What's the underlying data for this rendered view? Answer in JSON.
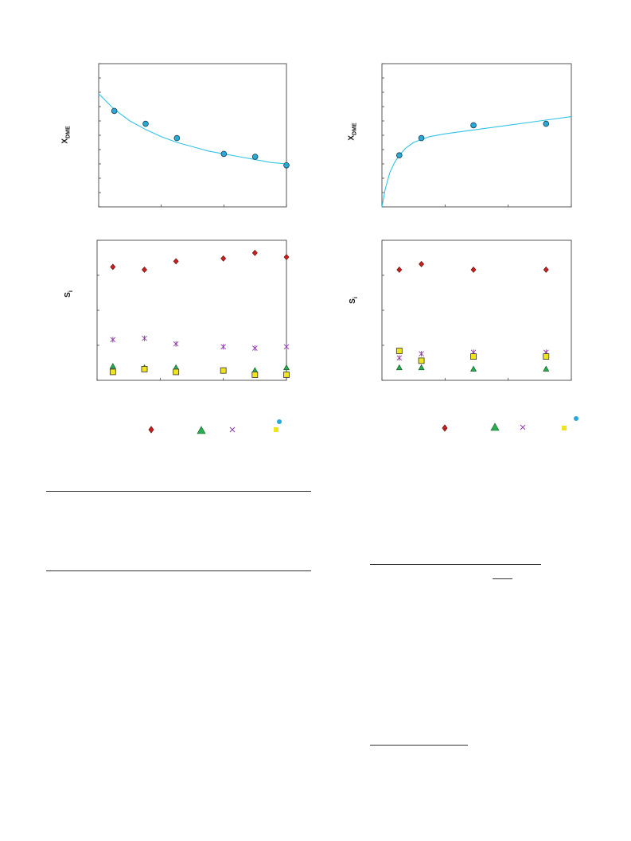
{
  "colors": {
    "conversion": "#29a9d9",
    "curve": "#33c3e8",
    "s1": "#cc1f1f",
    "s2": "#27ae4f",
    "s3": "#8e3aa8",
    "s4": "#f0e51c"
  },
  "chart_data": [
    {
      "id": "top-left",
      "type": "scatter",
      "title": "",
      "ylabel_main": "X",
      "ylabel_sub": "DME",
      "xlabel": "",
      "xlim": [
        0,
        6
      ],
      "ylim": [
        0,
        1
      ],
      "yticks": 10,
      "xticks": 3,
      "series": [
        {
          "key": "conversion",
          "marker": "circle",
          "color": "#29a9d9",
          "x": [
            0.5,
            1.5,
            2.5,
            4.0,
            5.0,
            6.0
          ],
          "y": [
            0.67,
            0.58,
            0.48,
            0.37,
            0.35,
            0.29
          ]
        }
      ],
      "fit": {
        "x": [
          0,
          0.5,
          1,
          1.5,
          2,
          2.5,
          3,
          3.5,
          4,
          4.5,
          5,
          5.5,
          6
        ],
        "y": [
          0.79,
          0.68,
          0.6,
          0.54,
          0.49,
          0.45,
          0.42,
          0.39,
          0.37,
          0.35,
          0.33,
          0.31,
          0.3
        ]
      }
    },
    {
      "id": "top-right",
      "type": "scatter",
      "title": "",
      "ylabel_main": "X",
      "ylabel_sub": "DME",
      "xlabel": "",
      "xlim": [
        0,
        6
      ],
      "ylim": [
        0,
        1
      ],
      "yticks": 10,
      "xticks": 3,
      "series": [
        {
          "key": "conversion",
          "marker": "circle",
          "color": "#29a9d9",
          "x": [
            0.55,
            1.25,
            2.9,
            5.2
          ],
          "y": [
            0.36,
            0.48,
            0.57,
            0.58
          ]
        }
      ],
      "fit": {
        "x": [
          0,
          0.1,
          0.25,
          0.4,
          0.55,
          0.75,
          1.0,
          1.5,
          2,
          3,
          4,
          5,
          6
        ],
        "y": [
          0.0,
          0.12,
          0.24,
          0.31,
          0.36,
          0.41,
          0.45,
          0.49,
          0.51,
          0.54,
          0.57,
          0.6,
          0.63
        ]
      }
    },
    {
      "id": "bottom-left",
      "type": "scatter",
      "title": "",
      "ylabel_main": "S",
      "ylabel_sub": "i",
      "xlabel": "",
      "xlim": [
        0,
        6
      ],
      "ylim": [
        0,
        1
      ],
      "yticks": 4,
      "xticks": 3,
      "series": [
        {
          "key": "s1",
          "marker": "diamond",
          "color": "#cc1f1f",
          "x": [
            0.5,
            1.5,
            2.5,
            4.0,
            5.0,
            6.0
          ],
          "y": [
            0.81,
            0.79,
            0.85,
            0.87,
            0.91,
            0.88
          ]
        },
        {
          "key": "s2",
          "marker": "triangle",
          "color": "#27ae4f",
          "x": [
            0.5,
            1.5,
            2.5,
            4.0,
            5.0,
            6.0
          ],
          "y": [
            0.1,
            0.09,
            0.09,
            0.07,
            0.07,
            0.09
          ]
        },
        {
          "key": "s3",
          "marker": "cross",
          "color": "#8e3aa8",
          "x": [
            0.5,
            1.5,
            2.5,
            4.0,
            5.0,
            6.0
          ],
          "y": [
            0.29,
            0.3,
            0.26,
            0.24,
            0.23,
            0.24
          ]
        },
        {
          "key": "s4",
          "marker": "square",
          "color": "#f0e51c",
          "x": [
            0.5,
            1.5,
            2.5,
            4.0,
            5.0,
            6.0
          ],
          "y": [
            0.06,
            0.08,
            0.06,
            0.07,
            0.04,
            0.04
          ]
        }
      ]
    },
    {
      "id": "bottom-right",
      "type": "scatter",
      "title": "",
      "ylabel_main": "S",
      "ylabel_sub": "i",
      "xlabel": "",
      "xlim": [
        0,
        6
      ],
      "ylim": [
        0,
        1
      ],
      "yticks": 4,
      "xticks": 3,
      "series": [
        {
          "key": "s1",
          "marker": "diamond",
          "color": "#cc1f1f",
          "x": [
            0.55,
            1.25,
            2.9,
            5.2
          ],
          "y": [
            0.79,
            0.83,
            0.79,
            0.79
          ]
        },
        {
          "key": "s2",
          "marker": "triangle",
          "color": "#27ae4f",
          "x": [
            0.55,
            1.25,
            2.9,
            5.2
          ],
          "y": [
            0.09,
            0.09,
            0.08,
            0.08
          ]
        },
        {
          "key": "s3",
          "marker": "cross",
          "color": "#8e3aa8",
          "x": [
            0.55,
            1.25,
            2.9,
            5.2
          ],
          "y": [
            0.16,
            0.19,
            0.2,
            0.2
          ]
        },
        {
          "key": "s4",
          "marker": "square",
          "color": "#f0e51c",
          "x": [
            0.55,
            1.25,
            2.9,
            5.2
          ],
          "y": [
            0.21,
            0.14,
            0.17,
            0.17
          ]
        }
      ]
    }
  ]
}
